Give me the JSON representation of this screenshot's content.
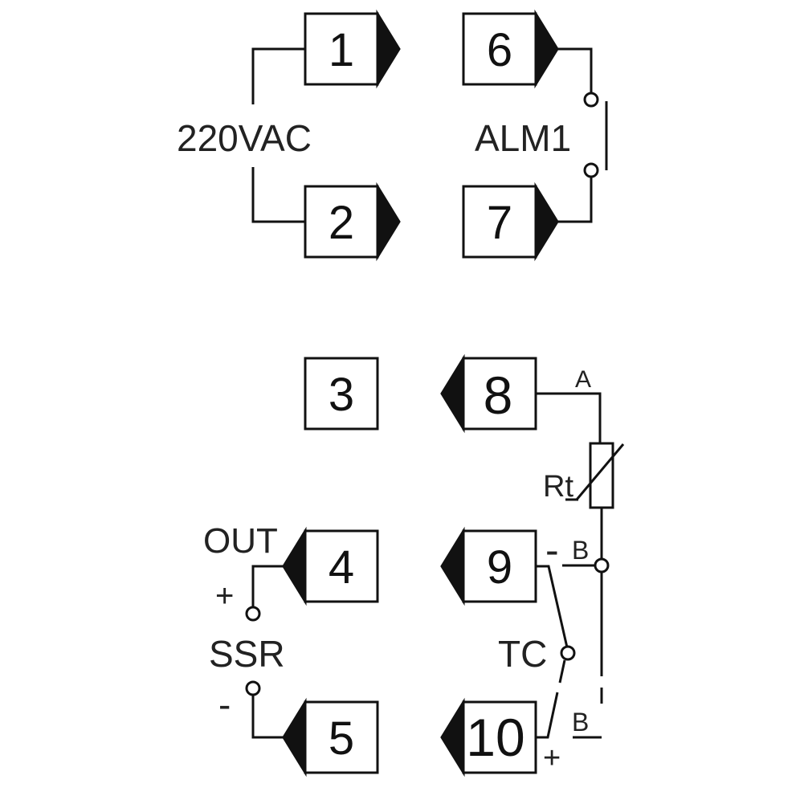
{
  "terminals": {
    "t1": "1",
    "t2": "2",
    "t3": "3",
    "t4": "4",
    "t5": "5",
    "t6": "6",
    "t7": "7",
    "t8": "8",
    "t9": "9",
    "t10": "10"
  },
  "labels": {
    "power": "220VAC",
    "alarm": "ALM1",
    "output": "OUT",
    "ssr": "SSR",
    "ssr_plus": "+",
    "ssr_minus": "-",
    "rtd": "Rt",
    "rtd_a": "A",
    "rtd_b": "B",
    "rtd_b2": "B",
    "thermocouple": "TC",
    "tc_minus": "-",
    "tc_plus": "+"
  },
  "colors": {
    "stroke": "#111111",
    "background": "#ffffff"
  }
}
